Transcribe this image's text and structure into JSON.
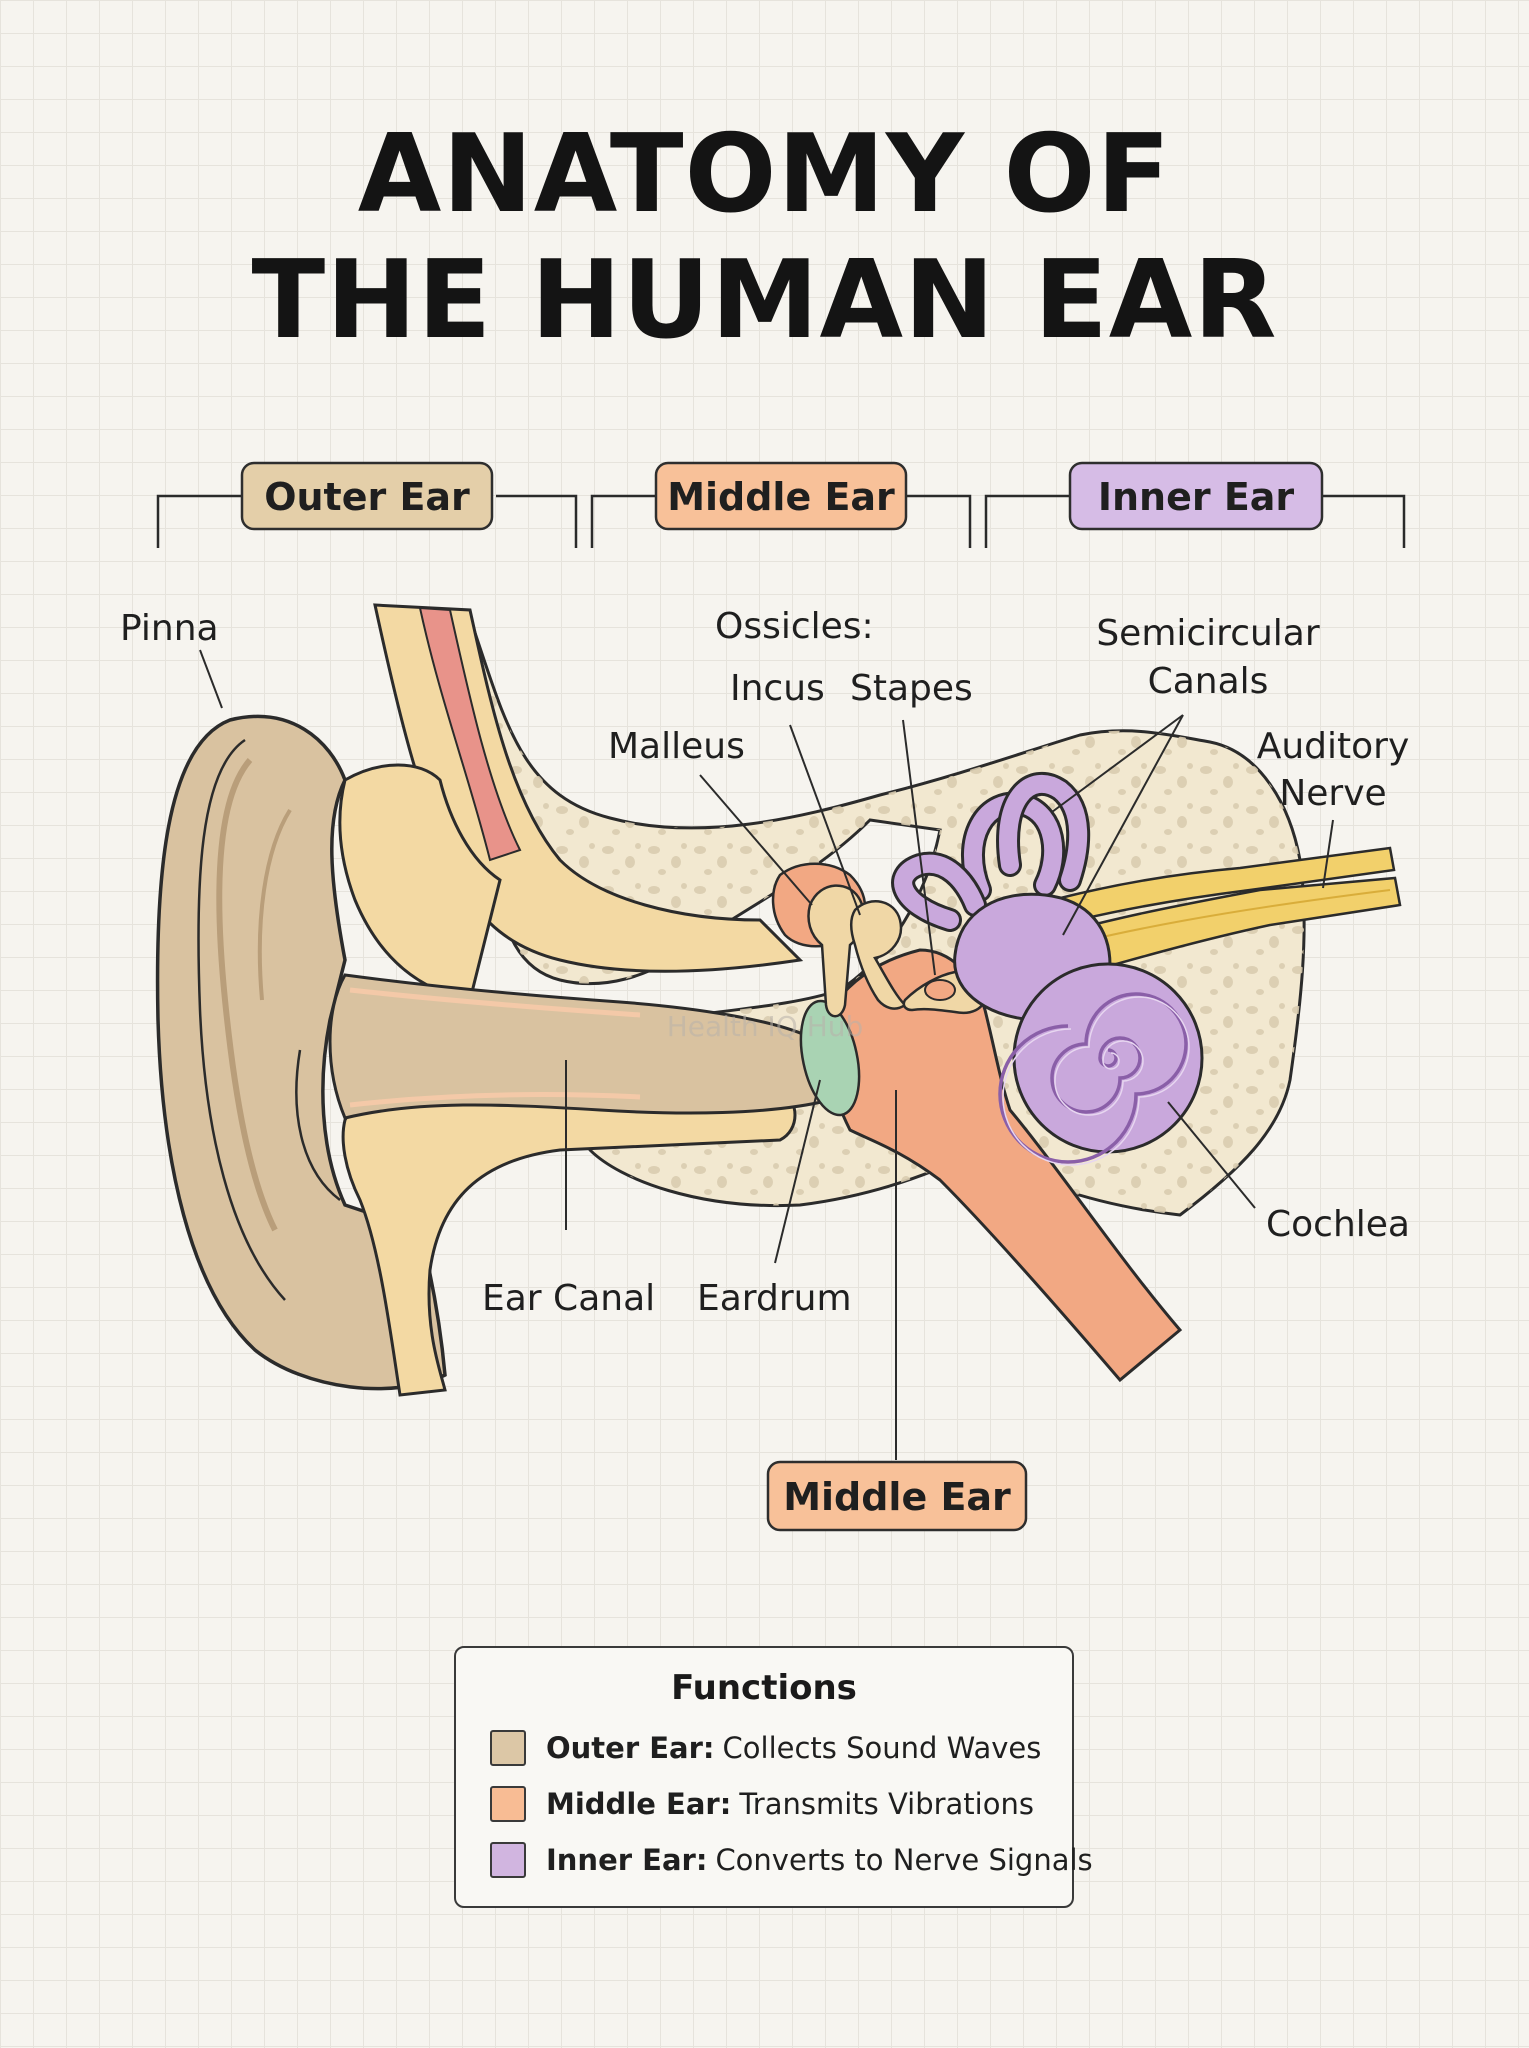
{
  "title": {
    "line1": "ANATOMY OF",
    "line2": "THE HUMAN EAR"
  },
  "sections": [
    {
      "label": "Outer Ear",
      "color": "#e4cfa9"
    },
    {
      "label": "Middle Ear",
      "color": "#f8c199"
    },
    {
      "label": "Inner Ear",
      "color": "#d6bce6"
    }
  ],
  "labels": {
    "pinna": "Pinna",
    "ossicles": "Ossicles:",
    "incus": "Incus",
    "stapes": "Stapes",
    "malleus": "Malleus",
    "semicircular_1": "Semicircular",
    "semicircular_2": "Canals",
    "auditory_1": "Auditory",
    "auditory_2": "Nerve",
    "cochlea": "Cochlea",
    "ear_canal": "Ear Canal",
    "eardrum": "Eardrum",
    "middle_ear_bottom": "Middle Ear"
  },
  "watermark": "Health IQ Hub",
  "legend": {
    "title": "Functions",
    "items": [
      {
        "name": "Outer Ear:",
        "desc": "Collects Sound Waves",
        "color": "#dcc7a6"
      },
      {
        "name": "Middle Ear:",
        "desc": "Transmits Vibrations",
        "color": "#f8bc94"
      },
      {
        "name": "Inner Ear:",
        "desc": "Converts to Nerve Signals",
        "color": "#d1b5e0"
      }
    ]
  },
  "colors": {
    "skin": "#d9c2a0",
    "skin_dark": "#c9ad87",
    "cartilage": "#f3d9a3",
    "bone": "#f2e8d0",
    "middle_ear": "#f2a883",
    "inner_ear": "#c9a8dc",
    "eardrum": "#a9d3b3",
    "nerve": "#f2d06b",
    "muscle": "#e8938a"
  }
}
